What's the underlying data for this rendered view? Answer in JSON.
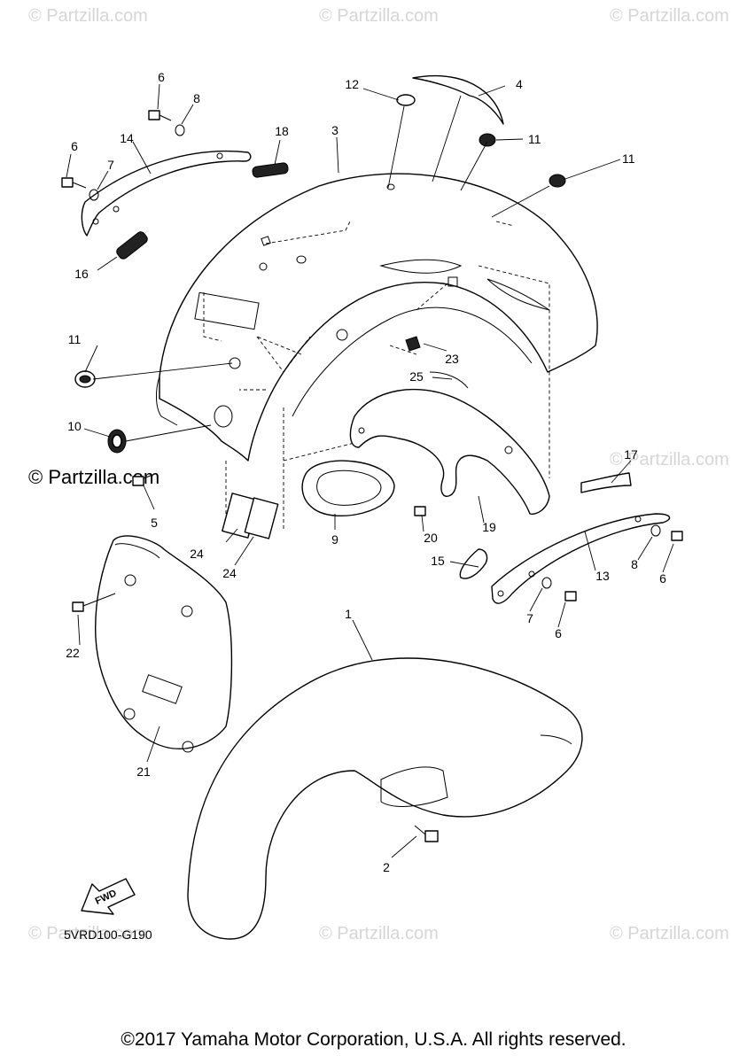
{
  "watermark": "© Partzilla.com",
  "diagram_code": "5VRD100-G190",
  "fwd_label": "FWD",
  "copyright": "©2017 Yamaha Motor Corporation, U.S.A. All rights reserved.",
  "callouts": {
    "c1": "1",
    "c2": "2",
    "c3": "3",
    "c4": "4",
    "c5": "5",
    "c6a": "6",
    "c6b": "6",
    "c6c": "6",
    "c6d": "6",
    "c7a": "7",
    "c7b": "7",
    "c8a": "8",
    "c8b": "8",
    "c9": "9",
    "c10": "10",
    "c11a": "11",
    "c11b": "11",
    "c11c": "11",
    "c12": "12",
    "c13": "13",
    "c14": "14",
    "c15": "15",
    "c16": "16",
    "c17": "17",
    "c18": "18",
    "c19": "19",
    "c20": "20",
    "c21": "21",
    "c22": "22",
    "c23": "23",
    "c24a": "24",
    "c24b": "24",
    "c25": "25"
  }
}
